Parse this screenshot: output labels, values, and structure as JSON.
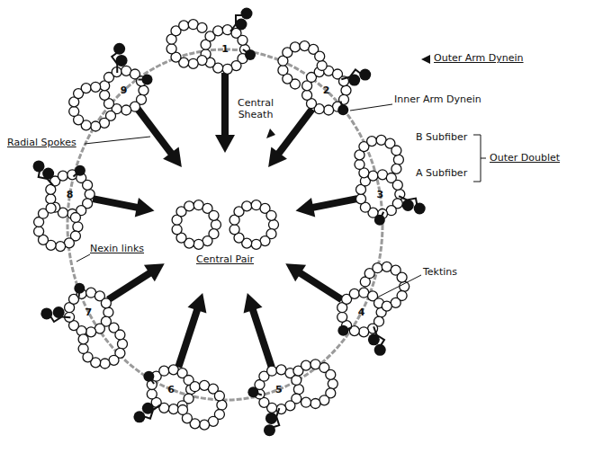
{
  "diagram": {
    "labels": [
      "1",
      "2",
      "3",
      "4",
      "5",
      "6",
      "7",
      "8",
      "9",
      "Outer Arm Dynein",
      "Central Sheath",
      "Inner Arm Dynein",
      "B Subfiber",
      "Outer Doublet",
      "A Subfiber",
      "Radial Spokes",
      "Central Pair",
      "Nexin links",
      "Tektins"
    ]
  }
}
